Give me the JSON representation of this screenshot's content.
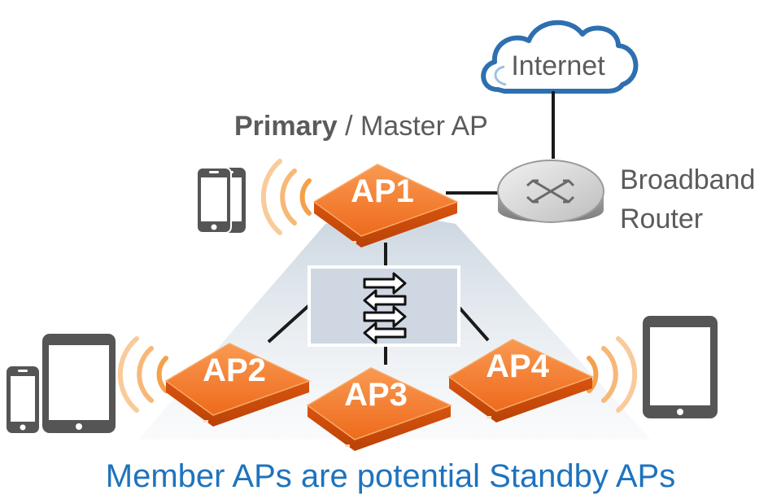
{
  "diagram": {
    "internet_label": "Internet",
    "primary_label_bold": "Primary",
    "primary_label_rest": " / Master AP",
    "router_label_line1": "Broadband",
    "router_label_line2": "Router",
    "caption": "Member APs are potential Standby APs",
    "access_points": [
      {
        "label": "AP1"
      },
      {
        "label": "AP2"
      },
      {
        "label": "AP3"
      },
      {
        "label": "AP4"
      }
    ],
    "colors": {
      "ap_orange": "#f06a1e",
      "ap_orange_light": "#f7a25a",
      "signal_orange": "#f5a04a",
      "link_dark": "#1a1a1a",
      "device_gray": "#555555",
      "cloud_blue": "#2e6fb0",
      "caption_blue": "#1e73be",
      "switch_box_fill": "#cfd8e2",
      "triangle_fill": "#dde6ee"
    }
  }
}
